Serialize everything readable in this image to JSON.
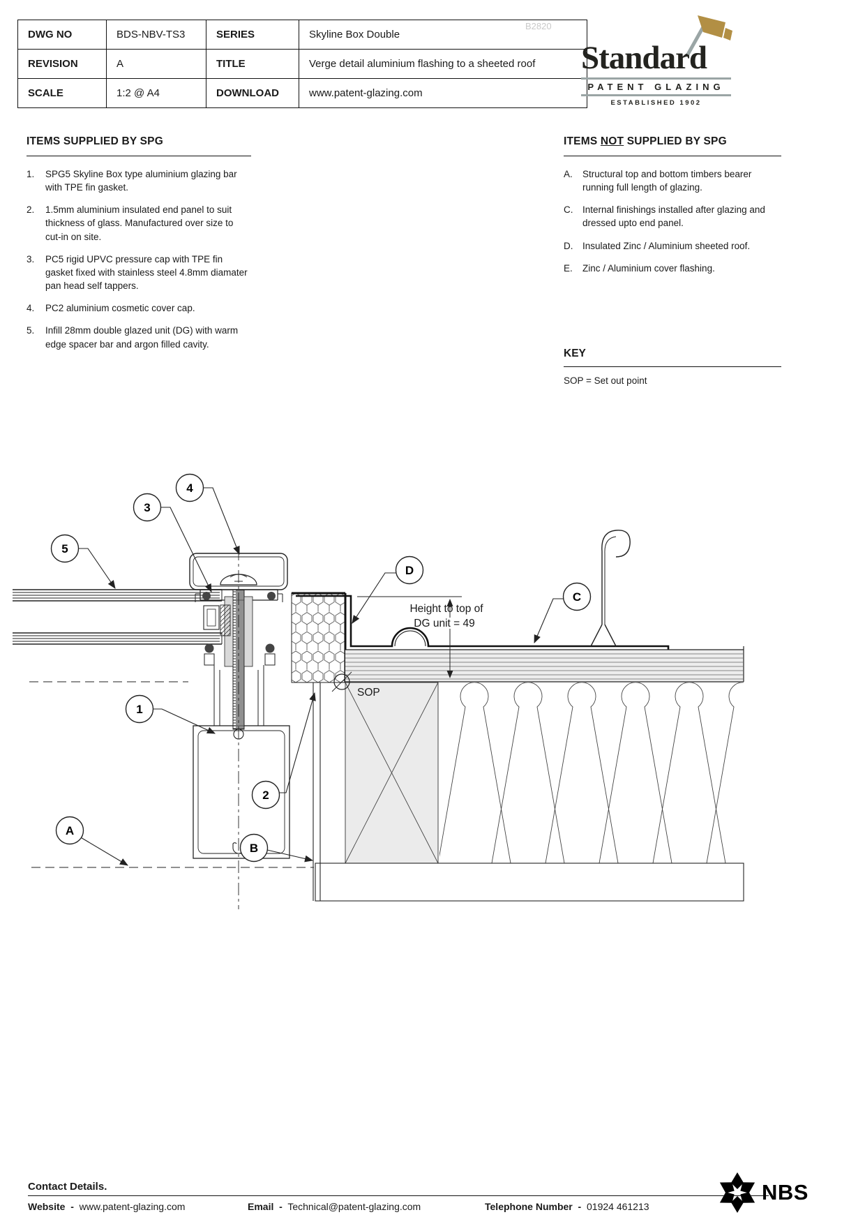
{
  "watermark": "B2820",
  "header_table": {
    "r1": {
      "l1": "DWG NO",
      "v1": "BDS-NBV-TS3",
      "l2": "SERIES",
      "v2": "Skyline Box Double"
    },
    "r2": {
      "l1": "REVISION",
      "v1": "A",
      "l2": "TITLE",
      "v2": "Verge detail aluminium flashing to a sheeted roof"
    },
    "r3": {
      "l1": "SCALE",
      "v1": "1:2 @ A4",
      "l2": "DOWNLOAD",
      "v2": "www.patent-glazing.com"
    }
  },
  "logo": {
    "word": "Standard",
    "sub": "PATENT GLAZING",
    "est": "ESTABLISHED 1902"
  },
  "supplied": {
    "title": "ITEMS SUPPLIED BY SPG",
    "items": [
      {
        "no": "1.",
        "text": "SPG5 Skyline Box type aluminium glazing bar with TPE fin gasket."
      },
      {
        "no": "2.",
        "text": "1.5mm aluminium insulated end panel to suit thickness of glass. Manufactured over size to cut-in on site."
      },
      {
        "no": "3.",
        "text": "PC5 rigid UPVC pressure cap with TPE fin gasket fixed with stainless steel 4.8mm diamater pan head self tappers."
      },
      {
        "no": "4.",
        "text": "PC2 aluminium cosmetic cover cap."
      },
      {
        "no": "5.",
        "text": "Infill 28mm double glazed unit (DG) with warm edge spacer bar and argon filled cavity."
      }
    ]
  },
  "not_supplied": {
    "title_prefix": "ITEMS ",
    "title_not": "NOT",
    "title_suffix": " SUPPLIED BY SPG",
    "items": [
      {
        "no": "A.",
        "text": "Structural top and bottom timbers bearer running full length of glazing."
      },
      {
        "no": "C.",
        "text": "Internal finishings installed after glazing and dressed upto end panel."
      },
      {
        "no": "D.",
        "text": "Insulated Zinc / Aluminium sheeted roof."
      },
      {
        "no": "E.",
        "text": "Zinc / Aluminium cover flashing."
      }
    ]
  },
  "key": {
    "title": "KEY",
    "text": "SOP = Set out point"
  },
  "drawing": {
    "callouts": {
      "b1": "1",
      "b2": "2",
      "b3": "3",
      "b4": "4",
      "b5": "5",
      "bA": "A",
      "bB": "B",
      "bC": "C",
      "bD": "D"
    },
    "dim_line1": "Height to top of",
    "dim_line2": "DG unit = 49",
    "sop": "SOP"
  },
  "footer": {
    "heading": "Contact Details.",
    "website_label": "Website",
    "sep": "-",
    "website": "www.patent-glazing.com",
    "email_label": "Email",
    "email": "Technical@patent-glazing.com",
    "phone_label": "Telephone Number",
    "phone": "01924 461213",
    "nbs": "NBS"
  }
}
